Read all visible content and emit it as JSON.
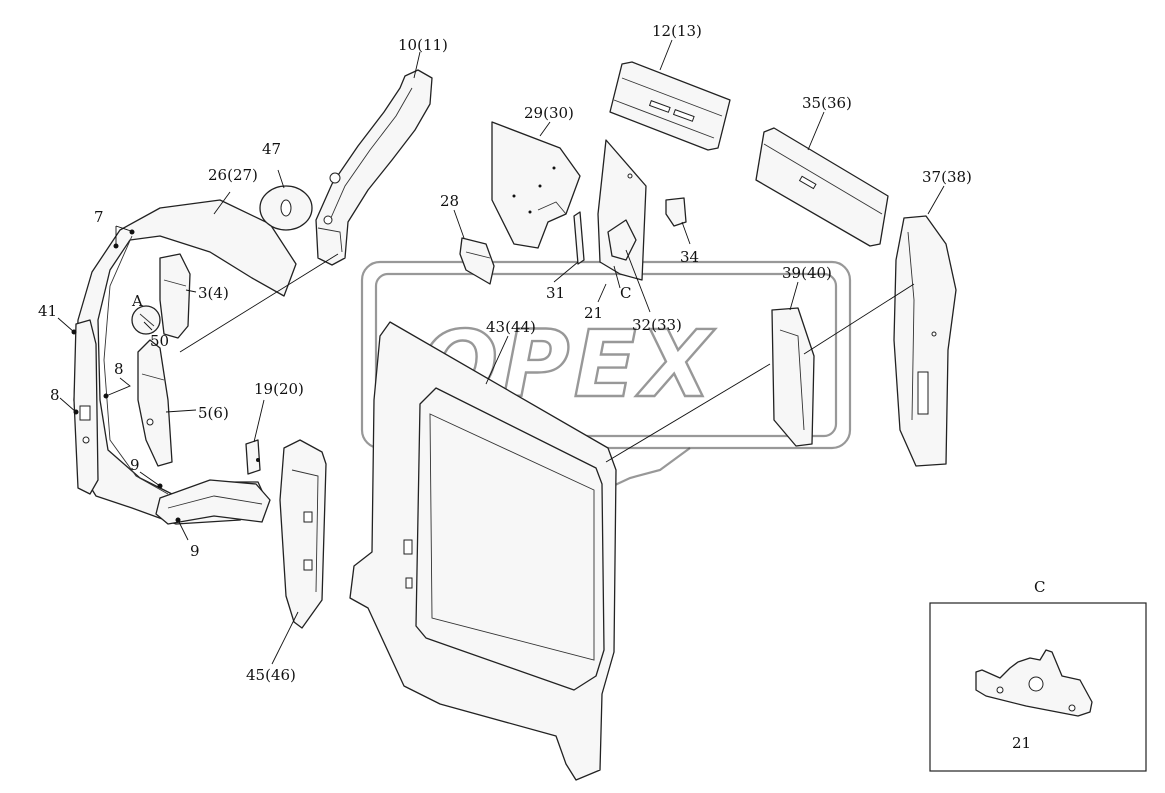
{
  "watermark": {
    "text": "OPEX"
  },
  "callouts": {
    "c10_11": "10(11)",
    "c12_13": "12(13)",
    "c29_30": "29(30)",
    "c35_36": "35(36)",
    "c37_38": "37(38)",
    "c47": "47",
    "c26_27": "26(27)",
    "c7": "7",
    "c28": "28",
    "c34": "34",
    "c39_40": "39(40)",
    "c3_4": "3(4)",
    "cA": "A",
    "c41": "41",
    "c50": "50",
    "c31": "31",
    "cC_near": "C",
    "c21_near": "21",
    "c32_33": "32(33)",
    "c43_44": "43(44)",
    "c8a": "8",
    "c8b": "8",
    "c5_6": "5(6)",
    "c19_20": "19(20)",
    "c9a": "9",
    "c9b": "9",
    "c45_46": "45(46)"
  },
  "detail": {
    "title": "C",
    "part_label": "21"
  }
}
